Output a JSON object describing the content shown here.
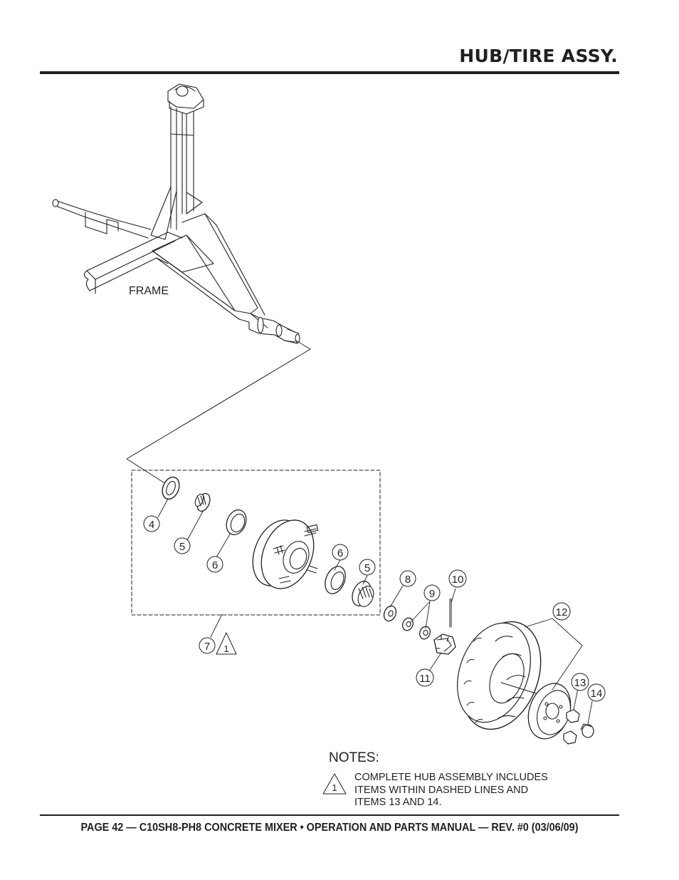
{
  "page": {
    "title": "HUB/TIRE ASSY.",
    "footer": "PAGE 42 — C10SH8-PH8 CONCRETE MIXER • OPERATION AND PARTS MANUAL — REV. #0 (03/06/09)"
  },
  "diagram": {
    "frame_label": "FRAME",
    "callouts": {
      "c4": "4",
      "c5a": "5",
      "c6a": "6",
      "c6b": "6",
      "c5b": "5",
      "c8": "8",
      "c9": "9",
      "c10": "10",
      "c11": "11",
      "c12": "12",
      "c13": "13",
      "c14": "14",
      "c7": "7"
    },
    "note_marker": "1"
  },
  "notes": {
    "title": "NOTES:",
    "marker": "1",
    "lines": [
      "COMPLETE HUB ASSEMBLY INCLUDES",
      "ITEMS WITHIN DASHED LINES AND",
      "ITEMS 13 AND 14."
    ]
  }
}
